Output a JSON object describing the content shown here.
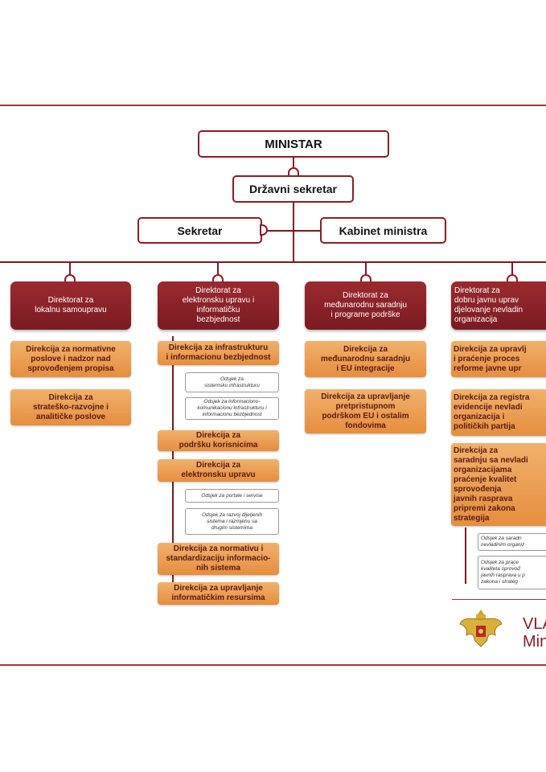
{
  "top": {
    "minister": "MINISTAR",
    "state_secretary": "Državni sekretar",
    "secretary": "Sekretar",
    "cabinet": "Kabinet ministra"
  },
  "columns": [
    {
      "directorate": "Direktorat za\nlokalnu samoupravu",
      "units": [
        {
          "kind": "direkcija",
          "label": "Direkcija za normativne\nposlove i nadzor nad\nsprovođenjem propisa"
        },
        {
          "kind": "direkcija",
          "label": "Direkcija za\nstrateško-razvojne i\nanalitičke poslove"
        }
      ]
    },
    {
      "directorate": "Direktorat za\nelektronsku upravu i\ninformatičku\nbezbjednost",
      "units": [
        {
          "kind": "direkcija",
          "label": "Direkcija za infrastrukturu\ni informacionu bezbjednost"
        },
        {
          "kind": "odsjek",
          "label": "Odsjek za\nsistemsku infrastrukturu"
        },
        {
          "kind": "odsjek",
          "label": "Odsjek za informaciono-\nkomunikacionu infrastrukturu i\ninformacionu bezbjednost"
        },
        {
          "kind": "direkcija",
          "label": "Direkcija za\npodršku korisnicima"
        },
        {
          "kind": "direkcija",
          "label": "Direkcija za\nelektronsku upravu"
        },
        {
          "kind": "odsjek",
          "label": "Odsjek za portale i servise"
        },
        {
          "kind": "odsjek",
          "label": "Odsjek za razvoj dijeljenih\nsistema i razmjenu sa\ndrugim sistemima"
        },
        {
          "kind": "direkcija",
          "label": "Direkcija za normativu i\nstandardizaciju informacio-\nnih sistema"
        },
        {
          "kind": "direkcija",
          "label": "Direkcija za upravljanje\ninformatičkim resursima"
        }
      ]
    },
    {
      "directorate": "Direktorat za\nmeđunarodnu saradnju\ni programe podrške",
      "units": [
        {
          "kind": "direkcija",
          "label": "Direkcija za\nmeđunarodnu saradnju\ni EU integracije"
        },
        {
          "kind": "direkcija",
          "label": "Direkcija za upravljanje\npretpristupnom\npodrškom EU i ostalim\nfondovima"
        }
      ]
    },
    {
      "directorate": "Direktorat za\ndobru javnu uprav\ndjelovanje nevladin\norganizacija",
      "units": [
        {
          "kind": "direkcija",
          "label": "Direkcija za upravlj\ni praćenje proces\nreforme javne upr"
        },
        {
          "kind": "direkcija",
          "label": "Direkcija za registra\nevidencije nevladi\norganizacija i\npolitičkih partija"
        },
        {
          "kind": "direkcija",
          "label": "Direkcija za\nsaradnju sa nevladi\norganizacijama\npraćenje kvalitet\nsprovođenja\njavnih rasprava\npripremi zakona\nstrategija"
        },
        {
          "kind": "odsjek",
          "label": "Odsjek za saradn\nnevladinim organiz"
        },
        {
          "kind": "odsjek",
          "label": "Odsjek za praće\nkvaliteta sprovođ\njavnih rasprava u p\nzakona i strateg"
        }
      ]
    }
  ],
  "logo": {
    "text": "VLA\nMin",
    "icon": "coat-of-arms-icon"
  },
  "colors": {
    "frame": "#a8323a",
    "directorate": "#8a1e25",
    "direkcija": "#e89a4a"
  }
}
